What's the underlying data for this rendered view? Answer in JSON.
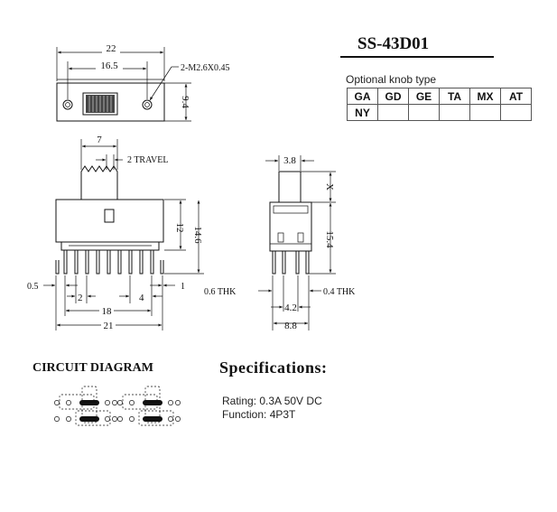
{
  "part_number": "SS-43D01",
  "knob_types": {
    "label": "Optional knob type",
    "row1": [
      "GA",
      "GD",
      "GE",
      "TA",
      "MX",
      "AT"
    ],
    "row2": [
      "NY",
      "",
      "",
      "",
      "",
      ""
    ]
  },
  "dims": {
    "overall_width_top": "22",
    "hole_spacing": "16.5",
    "mount_holes": "2-M2.6X0.45",
    "height_top": "9.4",
    "actuator_width": "7",
    "travel": "2 TRAVEL",
    "body_height": "12",
    "overall_height": "14.6",
    "pin_offset": "0.5",
    "pin_pitch_left": "2",
    "pin_pitch_right": "4",
    "pin_end": "1",
    "pin_span": "18",
    "overall_width_bottom": "21",
    "side_actuator": "3.8",
    "side_x": "X",
    "side_height": "15.4",
    "thk_left": "0.6 THK",
    "thk_right": "0.4 THK",
    "side_pin_span": "4.2",
    "side_width": "8.8"
  },
  "circuit": {
    "title": "CIRCUIT DIAGRAM"
  },
  "specs": {
    "title": "Specifications:",
    "rating": "Rating: 0.3A 50V DC",
    "function": "Function: 4P3T"
  }
}
